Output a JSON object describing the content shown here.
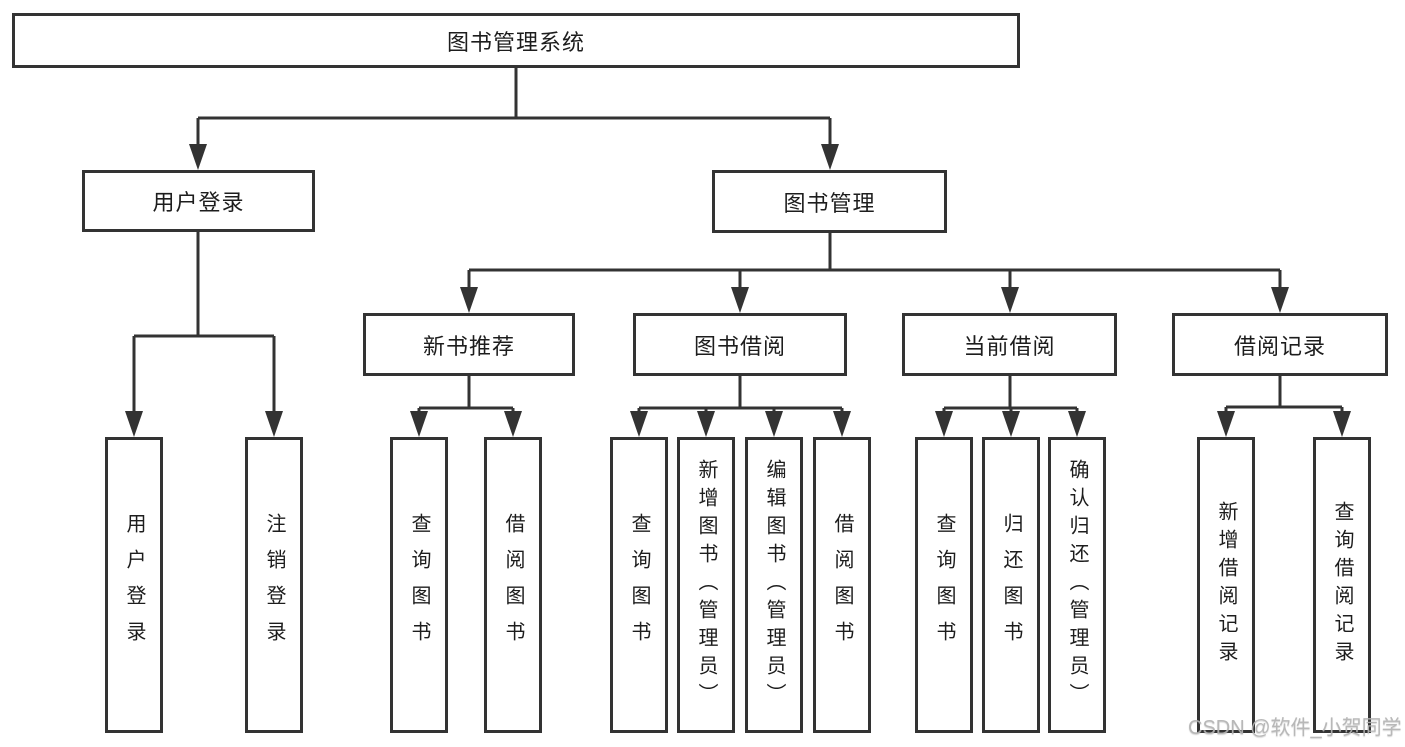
{
  "diagram": {
    "root": {
      "label": "图书管理系统"
    },
    "branches": [
      {
        "label": "用户登录",
        "children": [
          "用户登录",
          "注销登录"
        ]
      },
      {
        "label": "图书管理",
        "groups": [
          {
            "label": "新书推荐",
            "children": [
              "查询图书",
              "借阅图书"
            ]
          },
          {
            "label": "图书借阅",
            "children": [
              "查询图书",
              "新增图书（管理员）",
              "编辑图书（管理员）",
              "借阅图书"
            ]
          },
          {
            "label": "当前借阅",
            "children": [
              "查询图书",
              "归还图书",
              "确认归还（管理员）"
            ]
          },
          {
            "label": "借阅记录",
            "children": [
              "新增借阅记录",
              "查询借阅记录"
            ]
          }
        ]
      }
    ]
  },
  "watermark": {
    "text": "CSDN @软件_小贺同学"
  },
  "colors": {
    "line": "#333333",
    "text": "#1d1d1d",
    "watermark": "#b3b3b3"
  }
}
